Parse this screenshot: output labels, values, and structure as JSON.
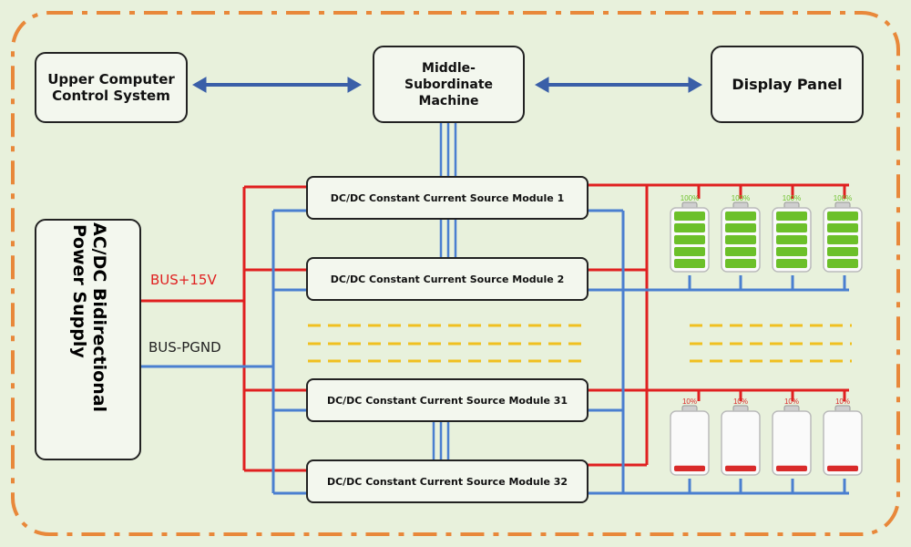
{
  "top": {
    "upper": "Upper Computer\nControl System",
    "middle": "Middle-Subordinate\nMachine",
    "display": "Display Panel"
  },
  "power_supply": {
    "line1": "AC/DC Bidirectional",
    "line2": "Power Supply"
  },
  "bus": {
    "positive": "BUS+15V",
    "ground": "BUS-PGND"
  },
  "modules": [
    "DC/DC Constant Current Source Module 1",
    "DC/DC Constant Current Source Module 2",
    "DC/DC Constant Current Source Module 31",
    "DC/DC Constant Current Source Module 32"
  ],
  "batteries": {
    "full_label": "100%",
    "low_label": "10%",
    "full_level": 1.0,
    "low_level": 0.1
  },
  "colors": {
    "background": "#e8f1dc",
    "frame": "#e8883a",
    "positive_wire": "#e02020",
    "ground_wire": "#4a7fd0",
    "link_arrow": "#3a5fa8",
    "battery_full": "#6cc02a",
    "battery_low": "#d92a2a"
  }
}
